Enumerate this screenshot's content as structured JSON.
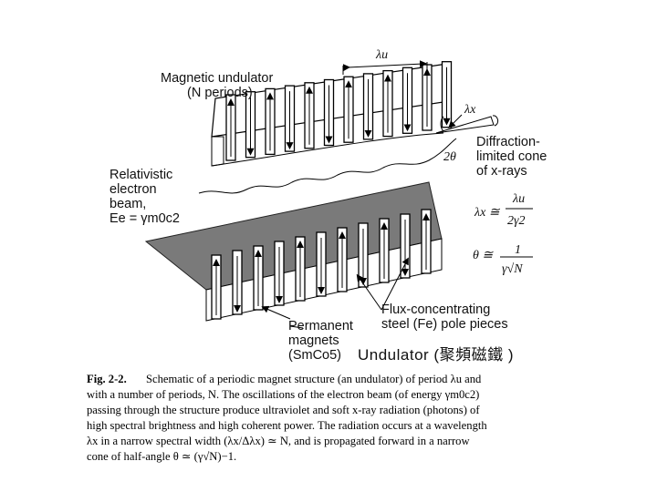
{
  "labels": {
    "magnetic_undulator_line1": "Magnetic undulator",
    "magnetic_undulator_line2": "(N periods)",
    "lambda_u": "λu",
    "lambda_x": "λx",
    "diffraction_line1": "Diffraction-",
    "diffraction_line2": "limited cone",
    "diffraction_line3": "of x-rays",
    "two_theta": "2θ",
    "electron_line1": "Relativistic",
    "electron_line2": "electron",
    "electron_line3": "beam,",
    "electron_line4": "Ee = γm0c2",
    "eq1_lhs": "λx ≅",
    "eq1_num": "λu",
    "eq1_den": "2γ2",
    "eq2_lhs": "θ ≅",
    "eq2_num": "1",
    "eq2_den": "γ√N",
    "flux_line1": "Flux-concentrating",
    "flux_line2": "steel (Fe) pole pieces",
    "permanent_line1": "Permanent",
    "permanent_line2": "magnets",
    "permanent_line3": "(SmCo5)"
  },
  "overlay_title": "Undulator (聚頻磁鐵 )",
  "caption": {
    "figure_label": "Fig. 2-2.",
    "lines": [
      "Schematic of a periodic magnet structure (an undulator) of period λu and",
      "with a number of periods, N. The oscillations of the electron beam (of energy γm0c2)",
      "passing through the structure produce ultraviolet and soft x-ray radiation (photons) of",
      "high spectral brightness and high coherent power. The radiation occurs at a wavelength",
      "λx in a narrow spectral width (λx/Δλx) ≃ N, and is propagated forward in a narrow",
      "cone of half-angle θ ≃ (γ√N)−1."
    ]
  }
}
